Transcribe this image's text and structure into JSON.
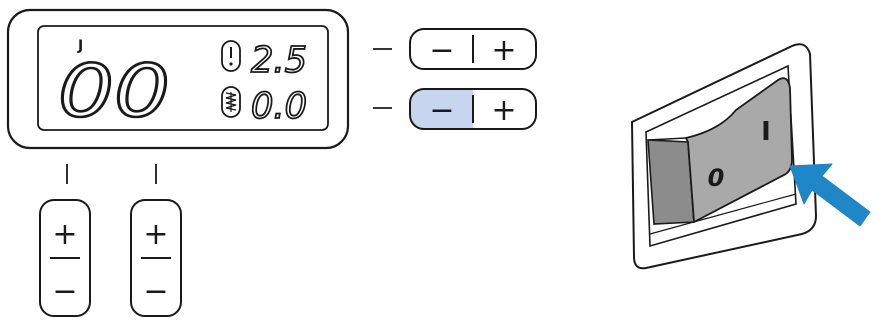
{
  "display": {
    "mode_letter": "J",
    "pattern_number": "00",
    "width_value": "2.5",
    "length_value": "0.0"
  },
  "controls": {
    "width_minus": "−",
    "width_plus": "+",
    "length_minus": "−",
    "length_plus": "+",
    "pattern_plus_left": "+",
    "pattern_minus_left": "−",
    "pattern_plus_right": "+",
    "pattern_minus_right": "−",
    "highlight_color": "#c7d6ee"
  },
  "power_switch": {
    "off_label": "0",
    "on_label": "I",
    "arrow_color": "#1f86c8"
  }
}
